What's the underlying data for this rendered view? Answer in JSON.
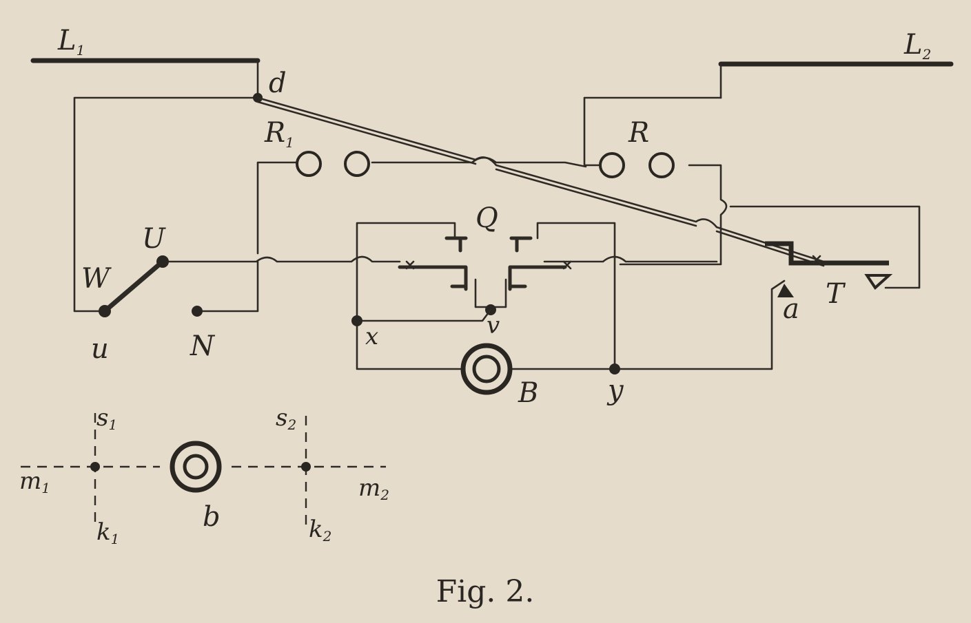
{
  "figure": {
    "caption": "Fig. 2."
  },
  "labels": {
    "L1": "L",
    "L1_sub": "1",
    "L2": "L",
    "L2_sub": "2",
    "d": "d",
    "R1": "R",
    "R1_sub": "1",
    "R": "R",
    "Q": "Q",
    "U_top": "U",
    "W": "W",
    "u_bottom": "u",
    "N": "N",
    "v": "v",
    "x": "x",
    "y": "y",
    "B": "B",
    "a": "a",
    "T": "T",
    "s1": "s",
    "s1_sub": "1",
    "s2": "s",
    "s2_sub": "2",
    "m1": "m",
    "m1_sub": "1",
    "m2": "m",
    "m2_sub": "2",
    "k1": "k",
    "k1_sub": "1",
    "k2": "k",
    "k2_sub": "2",
    "b": "b"
  }
}
